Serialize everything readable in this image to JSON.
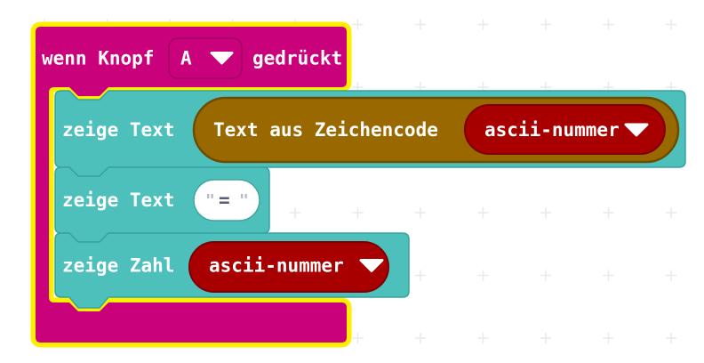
{
  "app": {
    "name": "MakeCode Blockly Workspace",
    "background_color": "#ffffff",
    "grid_plus_color": "#e9e9e9"
  },
  "workspace": {
    "statement_fill": "#4dc0bc",
    "statement_border": "#37a3a0",
    "event_block": {
      "label_start": "wenn Knopf",
      "dropdown": {
        "value": "A"
      },
      "label_end": "gedrückt",
      "selected": true,
      "fill": "#c9017b",
      "border": "#a00062",
      "selection_color": "#ffee00"
    },
    "statements": [
      {
        "label": "zeige Text",
        "value": {
          "type": "function",
          "label": "Text aus Zeichencode",
          "fill": "#996900",
          "border": "#6d4b00",
          "argument": {
            "type": "variable",
            "name": "ascii-nummer",
            "fill": "#a80000",
            "border": "#7c0000"
          }
        }
      },
      {
        "label": "zeige Text",
        "value": {
          "type": "string",
          "open_quote": "\"",
          "text": "=",
          "close_quote": "\"",
          "text_color": "#575e75",
          "quote_color": "#b5b7c5"
        }
      },
      {
        "label": "zeige Zahl",
        "value": {
          "type": "variable",
          "name": "ascii-nummer",
          "fill": "#a80000",
          "border": "#7c0000"
        }
      }
    ]
  }
}
